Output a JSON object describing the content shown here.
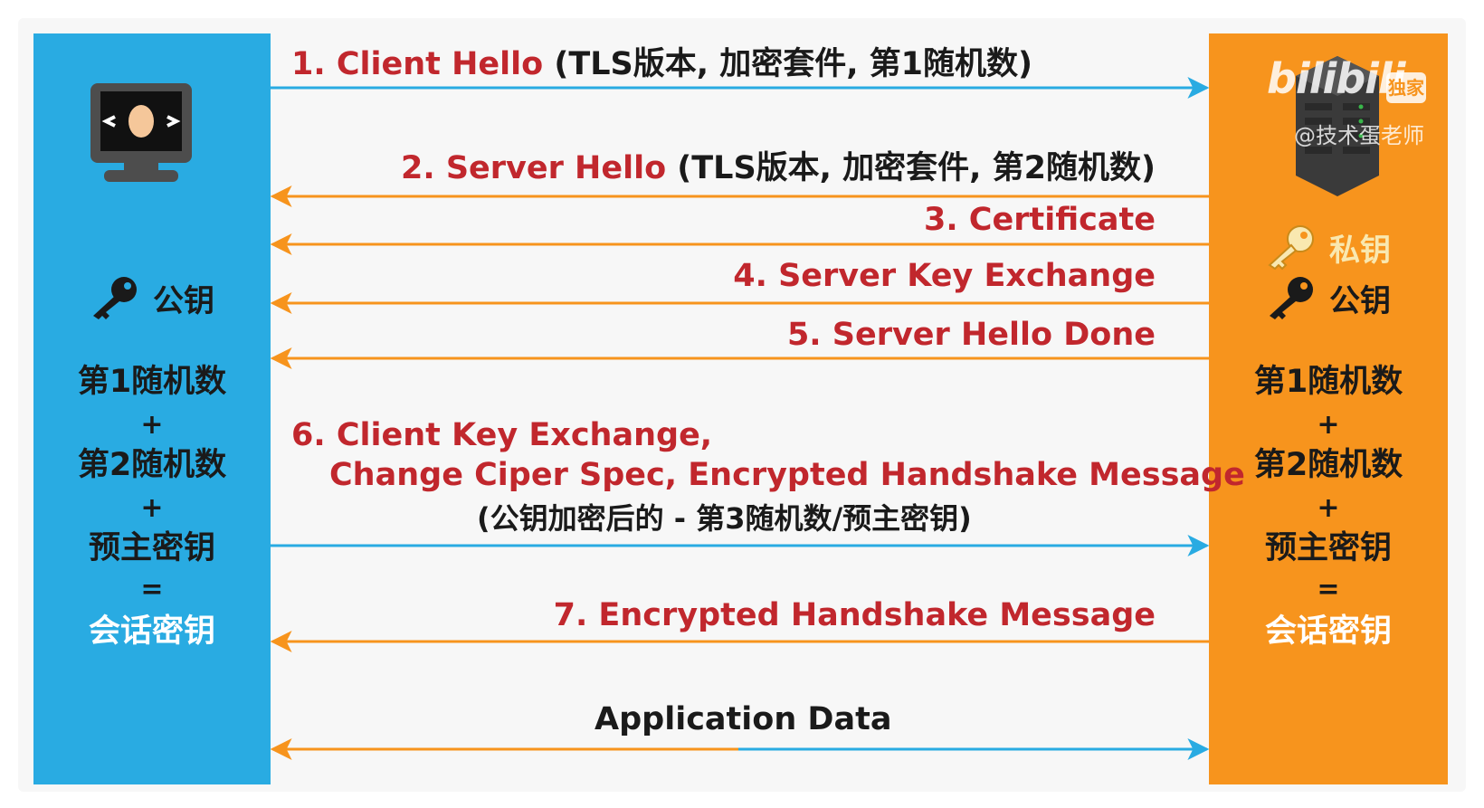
{
  "messages": {
    "m1": {
      "title": "1. Client Hello",
      "detail": "(TLS版本, 加密套件, 第1随机数)"
    },
    "m2": {
      "title": "2. Server Hello",
      "detail": "(TLS版本, 加密套件, 第2随机数)"
    },
    "m3": {
      "title": "3. Certificate"
    },
    "m4": {
      "title": "4. Server Key Exchange"
    },
    "m5": {
      "title": "5. Server Hello Done"
    },
    "m6": {
      "line1": "6. Client Key Exchange,",
      "line2": "Change Ciper Spec,  Encrypted Handshake Message",
      "detail": "(公钥加密后的 - 第3随机数/预主密钥)"
    },
    "m7": {
      "title": "7. Encrypted Handshake Message"
    },
    "app": {
      "title": "Application Data"
    }
  },
  "client": {
    "public_key_label": "公钥",
    "formula": [
      "第1随机数",
      "+",
      "第2随机数",
      "+",
      "预主密钥",
      "=",
      "会话密钥"
    ]
  },
  "server": {
    "private_key_label": "私钥",
    "public_key_label": "公钥",
    "formula": [
      "第1随机数",
      "+",
      "第2随机数",
      "+",
      "预主密钥",
      "=",
      "会话密钥"
    ]
  },
  "watermark": {
    "logo": "bilibili",
    "badge": "独家",
    "handle": "@技术蛋老师"
  },
  "colors": {
    "client": "#29abe2",
    "server": "#f7941d",
    "title_red": "#c1272d"
  }
}
